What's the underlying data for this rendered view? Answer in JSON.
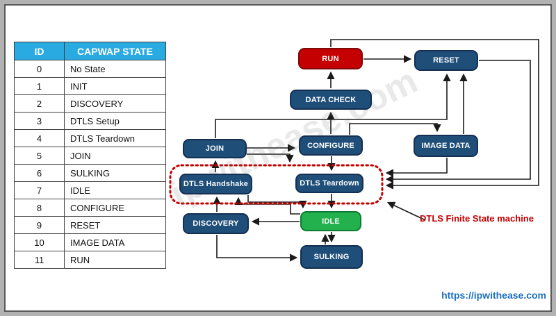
{
  "table": {
    "headers": [
      "ID",
      "CAPWAP STATE"
    ],
    "rows": [
      [
        "0",
        "No State"
      ],
      [
        "1",
        "INIT"
      ],
      [
        "2",
        "DISCOVERY"
      ],
      [
        "3",
        "DTLS Setup"
      ],
      [
        "4",
        "DTLS Teardown"
      ],
      [
        "5",
        "JOIN"
      ],
      [
        "6",
        "SULKING"
      ],
      [
        "7",
        "IDLE"
      ],
      [
        "8",
        "CONFIGURE"
      ],
      [
        "9",
        "RESET"
      ],
      [
        "10",
        "IMAGE DATA"
      ],
      [
        "11",
        "RUN"
      ]
    ]
  },
  "diagram": {
    "states": {
      "run": {
        "label": "RUN",
        "color": "#c40000"
      },
      "reset": {
        "label": "RESET",
        "color": "#1f4e79"
      },
      "data_check": {
        "label": "DATA CHECK",
        "color": "#1f4e79"
      },
      "join": {
        "label": "JOIN",
        "color": "#1f4e79"
      },
      "configure": {
        "label": "CONFIGURE",
        "color": "#1f4e79"
      },
      "image_data": {
        "label": "IMAGE DATA",
        "color": "#1f4e79"
      },
      "dtls_handshake": {
        "label": "DTLS Handshake",
        "color": "#1f4e79"
      },
      "dtls_teardown": {
        "label": "DTLS Teardown",
        "color": "#1f4e79"
      },
      "discovery": {
        "label": "DISCOVERY",
        "color": "#1f4e79"
      },
      "idle": {
        "label": "IDLE",
        "color": "#22b14c"
      },
      "sulking": {
        "label": "SULKING",
        "color": "#1f4e79"
      }
    },
    "annotation": {
      "label": "DTLS Finite State machine",
      "color": "#c40000"
    },
    "watermark": "ipwithease.com"
  },
  "footer": {
    "link": "https://ipwithease.com"
  },
  "colors": {
    "table_header": "#29abe2",
    "state_navy": "#1f4e79",
    "state_red": "#c40000",
    "state_green": "#22b14c",
    "dotted_boundary": "#c40000",
    "link_blue": "#1d70bf",
    "frame_gray": "#b2b2b2"
  }
}
